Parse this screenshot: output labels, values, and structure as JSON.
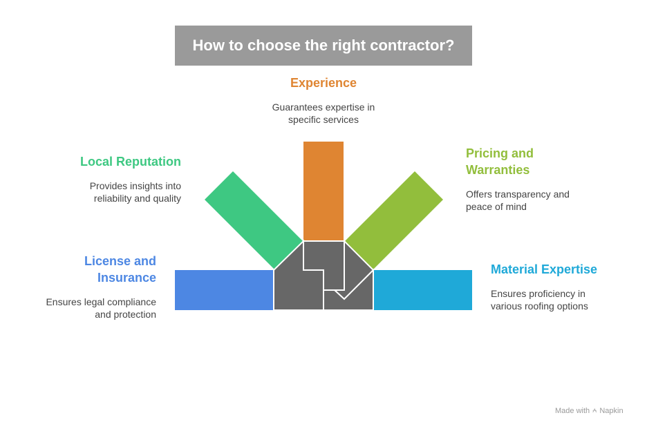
{
  "title": "How to choose the right contractor?",
  "items": [
    {
      "heading": "Experience",
      "desc": "Guarantees expertise in specific services",
      "color": "#df8532"
    },
    {
      "heading": "Local Reputation",
      "desc": "Provides insights into reliability and quality",
      "color": "#3ec882"
    },
    {
      "heading": "Pricing and Warranties",
      "desc": "Offers transparency and peace of mind",
      "color": "#92be3c"
    },
    {
      "heading": "License and Insurance",
      "desc": "Ensures legal compliance and protection",
      "color": "#4d87e3"
    },
    {
      "heading": "Material Expertise",
      "desc": "Ensures proficiency in various roofing options",
      "color": "#1fa9d8"
    }
  ],
  "hub_color": "#676767",
  "title_bg": "#9a9a9a",
  "footer": {
    "made_with": "Made with",
    "brand": "Napkin",
    "icon": "napkin-icon"
  }
}
